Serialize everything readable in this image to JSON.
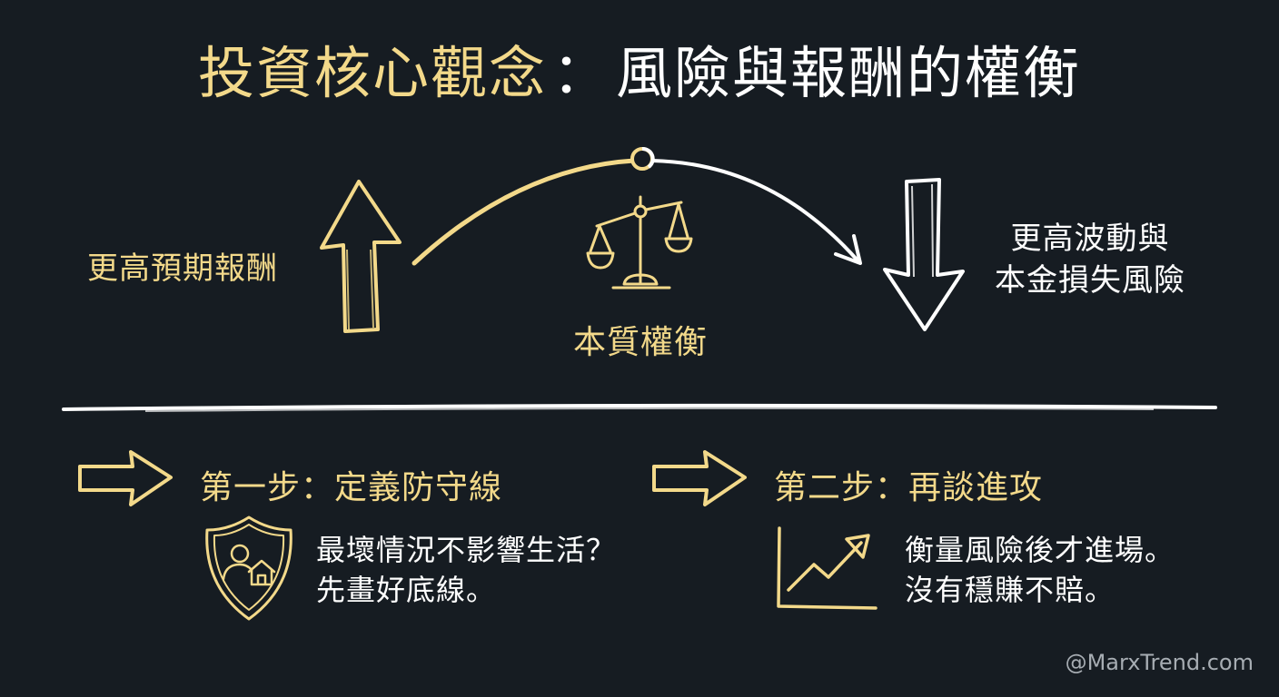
{
  "title": {
    "part1": "投資核心觀念",
    "separator": "：",
    "part2": "風險與報酬的權衡"
  },
  "tradeoff": {
    "left_label": "更高預期報酬",
    "center_label": "本質權衡",
    "right_label_line1": "更高波動與",
    "right_label_line2": "本金損失風險",
    "left_icon": "up-arrow-icon",
    "center_icon": "balance-scale-icon",
    "right_icon": "down-arrow-icon"
  },
  "steps": [
    {
      "title": "第一步：定義防守線",
      "icon": "shield-person-home-icon",
      "desc_line1": "最壞情況不影響生活？",
      "desc_line2": "先畫好底線。"
    },
    {
      "title": "第二步：再談進攻",
      "icon": "growth-chart-icon",
      "desc_line1": "衡量風險後才進場。",
      "desc_line2": "沒有穩賺不賠。"
    }
  ],
  "watermark": "@MarxTrend.com",
  "colors": {
    "background": "#161c22",
    "gold": "#f3d98a",
    "white": "#ffffff",
    "watermark": "#a7adb3"
  }
}
